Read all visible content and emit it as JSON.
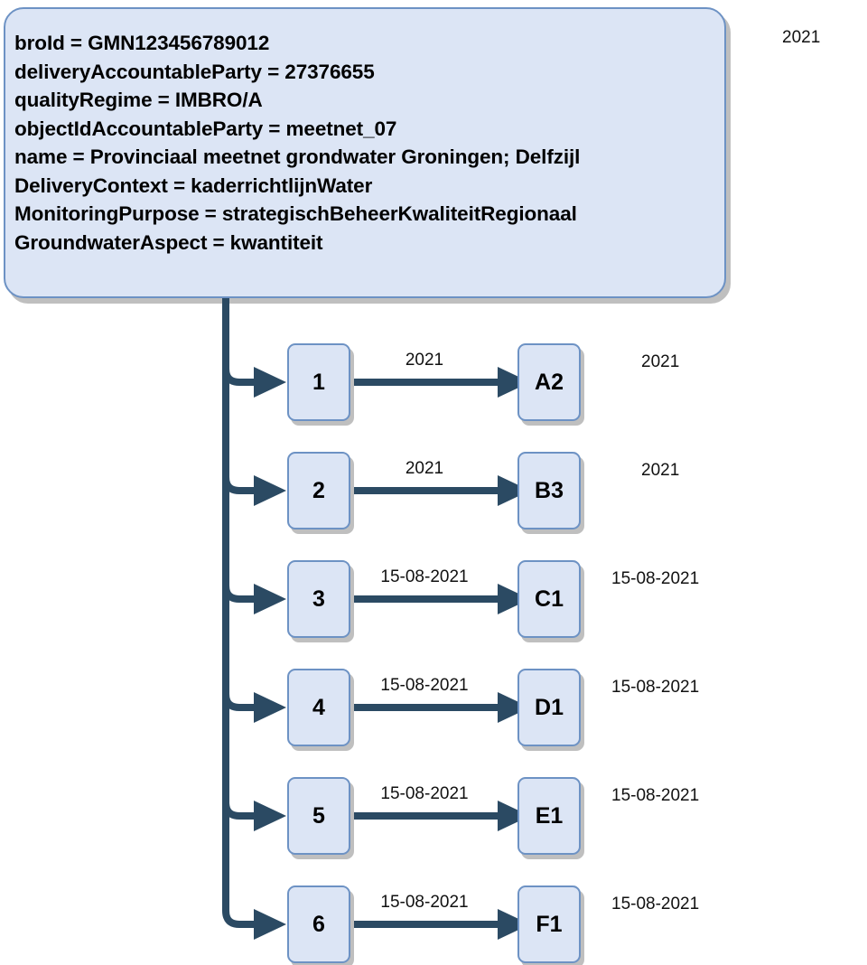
{
  "header": {
    "date_label": "2021",
    "panel": {
      "attributes": [
        "broId = GMN123456789012",
        "deliveryAccountableParty = 27376655",
        "qualityRegime = IMBRO/A",
        "objectIdAccountableParty = meetnet_07",
        "name = Provinciaal meetnet grondwater Groningen; Delfzijl",
        "DeliveryContext = kaderrichtlijnWater",
        "MonitoringPurpose = strategischBeheerKwaliteitRegionaal",
        "GroundwaterAspect = kwantiteit"
      ]
    }
  },
  "colors": {
    "node_fill": "#dce5f5",
    "node_border": "#6d92c4",
    "connector": "#2b4a63",
    "shadow": "#bfbfbf",
    "text": "#000000"
  },
  "rows": [
    {
      "index_label": "1",
      "edge_label": "2021",
      "target_label": "A2",
      "row_date": "2021"
    },
    {
      "index_label": "2",
      "edge_label": "2021",
      "target_label": "B3",
      "row_date": "2021"
    },
    {
      "index_label": "3",
      "edge_label": "15-08-2021",
      "target_label": "C1",
      "row_date": "15-08-2021"
    },
    {
      "index_label": "4",
      "edge_label": "15-08-2021",
      "target_label": "D1",
      "row_date": "15-08-2021"
    },
    {
      "index_label": "5",
      "edge_label": "15-08-2021",
      "target_label": "E1",
      "row_date": "15-08-2021"
    },
    {
      "index_label": "6",
      "edge_label": "15-08-2021",
      "target_label": "F1",
      "row_date": "15-08-2021"
    }
  ]
}
